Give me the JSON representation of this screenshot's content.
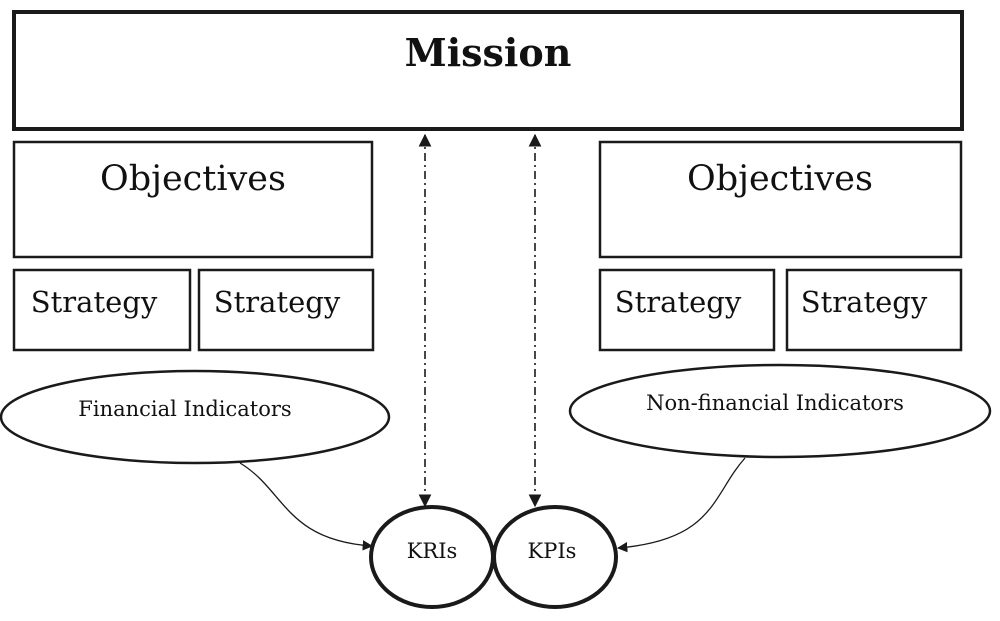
{
  "mission": {
    "label": "Mission"
  },
  "left": {
    "objectives": "Objectives",
    "strategies": [
      "Strategy",
      "Strategy"
    ],
    "indicator": "Financial Indicators"
  },
  "right": {
    "objectives": "Objectives",
    "strategies": [
      "Strategy",
      "Strategy"
    ],
    "indicator": "Non-financial Indicators"
  },
  "metrics": {
    "kri": "KRIs",
    "kpi": "KPIs"
  }
}
